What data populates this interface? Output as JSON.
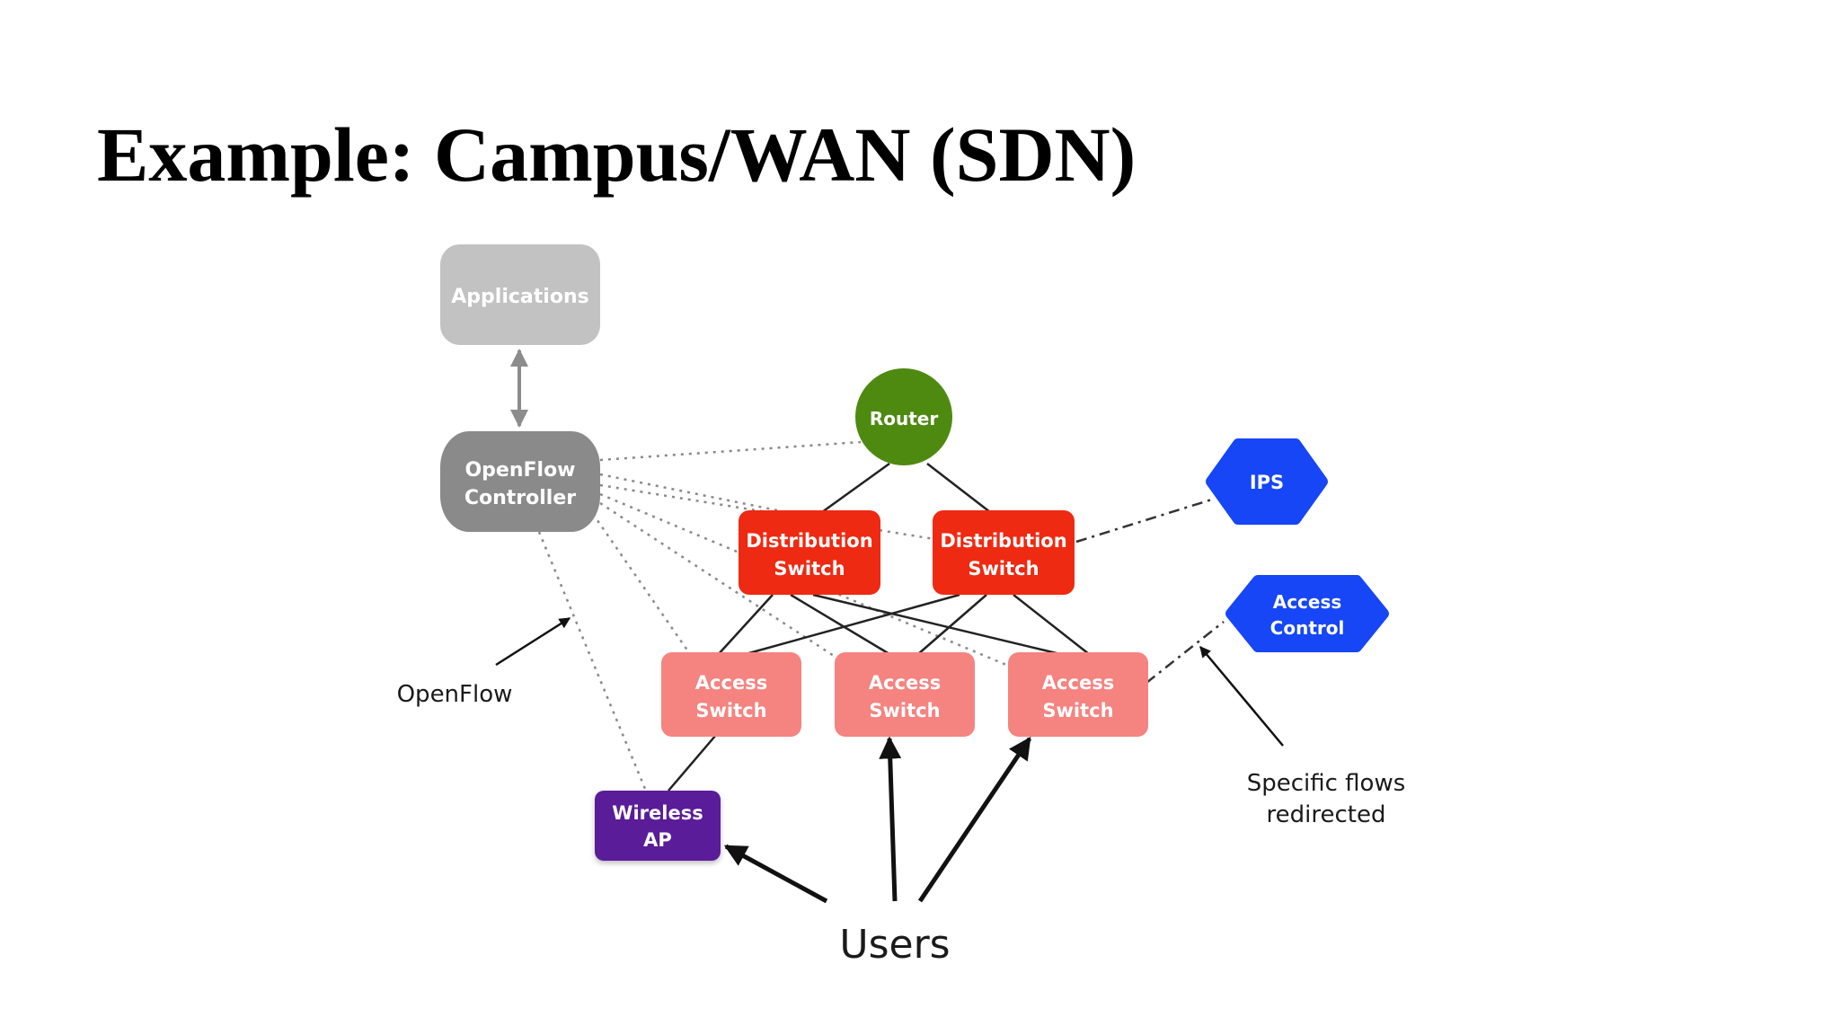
{
  "slide": {
    "title": "Example: Campus/WAN (SDN)"
  },
  "nodes": {
    "applications": "Applications",
    "controller_line1": "OpenFlow",
    "controller_line2": "Controller",
    "router": "Router",
    "dist1_line1": "Distribution",
    "dist1_line2": "Switch",
    "dist2_line1": "Distribution",
    "dist2_line2": "Switch",
    "access1_line1": "Access",
    "access1_line2": "Switch",
    "access2_line1": "Access",
    "access2_line2": "Switch",
    "access3_line1": "Access",
    "access3_line2": "Switch",
    "wireless_line1": "Wireless",
    "wireless_line2": "AP",
    "ips": "IPS",
    "access_control_line1": "Access",
    "access_control_line2": "Control"
  },
  "labels": {
    "openflow": "OpenFlow",
    "specific_line1": "Specific flows",
    "specific_line2": "redirected",
    "users": "Users"
  },
  "colors": {
    "applications": "#c2c2c2",
    "controller": "#8a8a8a",
    "router": "#4e8a10",
    "distribution": "#ee2a12",
    "access": "#f58380",
    "wireless": "#5a1f98",
    "ips": "#1646f5",
    "access_control": "#1646f5"
  }
}
